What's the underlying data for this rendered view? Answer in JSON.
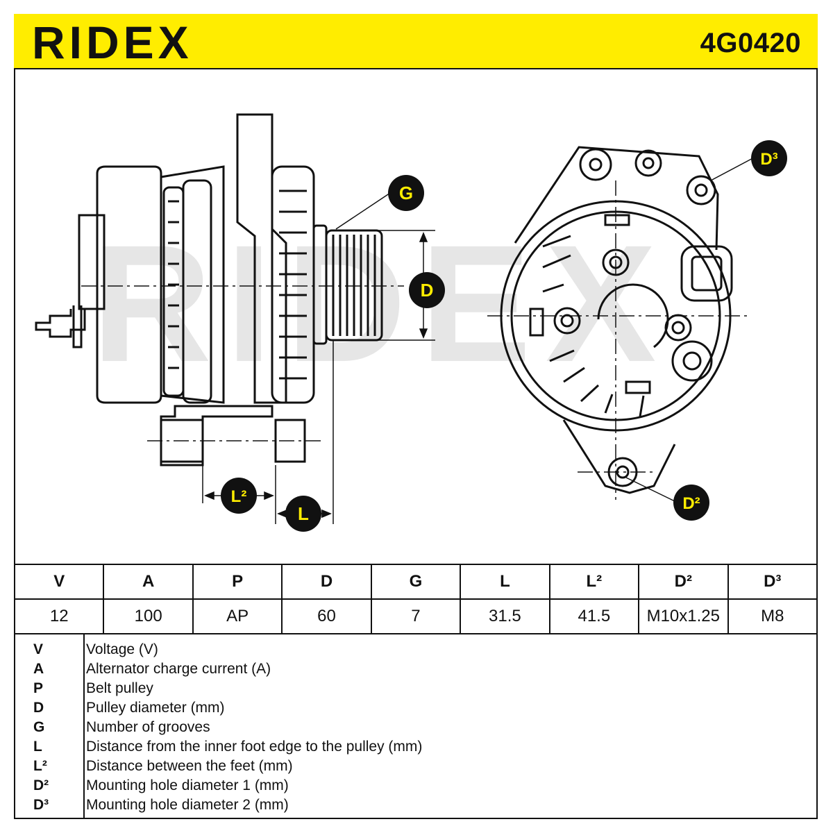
{
  "brand": "RIDEX",
  "part_number": "4G0420",
  "colors": {
    "accent": "#ffed00",
    "ink": "#111111",
    "watermark": "#e6e6e6"
  },
  "callouts": {
    "G": "G",
    "D": "D",
    "L2": "L²",
    "L": "L",
    "D2": "D²",
    "D3": "D³"
  },
  "specs": {
    "headers": [
      "V",
      "A",
      "P",
      "D",
      "G",
      "L",
      "L²",
      "D²",
      "D³"
    ],
    "values": [
      "12",
      "100",
      "AP",
      "60",
      "7",
      "31.5",
      "41.5",
      "M10x1.25",
      "M8"
    ]
  },
  "legend": [
    {
      "code": "V",
      "text": "Voltage (V)"
    },
    {
      "code": "A",
      "text": "Alternator charge current (A)"
    },
    {
      "code": "P",
      "text": "Belt pulley"
    },
    {
      "code": "D",
      "text": "Pulley diameter (mm)"
    },
    {
      "code": "G",
      "text": "Number of grooves"
    },
    {
      "code": "L",
      "text": "Distance from the inner foot edge to the pulley (mm)"
    },
    {
      "code": "L²",
      "text": "Distance between the feet (mm)"
    },
    {
      "code": "D²",
      "text": "Mounting hole diameter 1 (mm)"
    },
    {
      "code": "D³",
      "text": "Mounting hole diameter 2 (mm)"
    }
  ]
}
